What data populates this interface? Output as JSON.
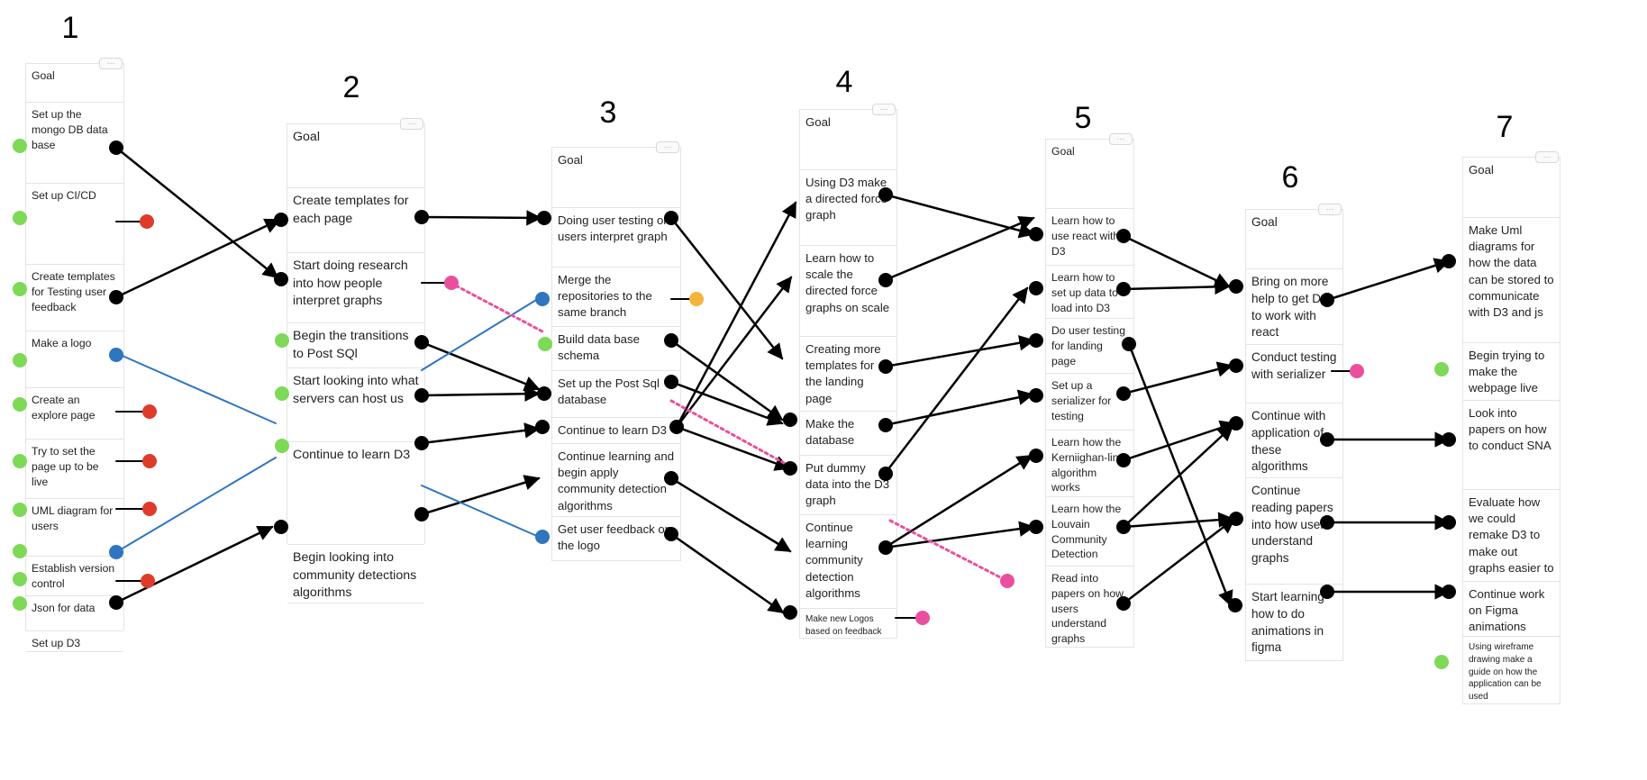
{
  "columns": [
    {
      "number": "1",
      "cells": [
        "Goal",
        "Set up the mongo DB data base",
        "Set up CI/CD",
        "Create templates for Testing user feedback",
        "Make a logo",
        "Create an explore page",
        "Try to set the page up to be live",
        "UML diagram for users",
        "Establish version control",
        "Json for data",
        "Set up D3"
      ]
    },
    {
      "number": "2",
      "cells": [
        "Goal",
        "Create templates for each page",
        "Start doing research into how people interpret graphs",
        "Begin the transitions to Post SQl",
        "Start looking into what servers can host us",
        "Continue to learn D3",
        "Begin looking into community detections algorithms"
      ]
    },
    {
      "number": "3",
      "cells": [
        "Goal",
        "Doing user testing on users interpret graph",
        "Merge the repositories to the same branch",
        "Build data base schema",
        "Set up the Post Sql database",
        "Continue to learn D3",
        "Continue learning and begin apply community detection algorithms",
        "Get user feedback on the logo"
      ]
    },
    {
      "number": "4",
      "cells": [
        "Goal",
        "Using D3 make a directed force graph",
        "Learn how to scale the directed force graphs on scale",
        "Creating more templates for the landing page",
        "Make the database",
        "Put dummy data into the D3 graph",
        "Continue learning community detection algorithms",
        "Make new Logos based on feedback"
      ]
    },
    {
      "number": "5",
      "cells": [
        "Goal",
        "Learn how to use react with D3",
        "Learn how to set up data to load into D3",
        "Do user testing for landing page",
        "Set up a serializer for testing",
        "Learn how the Kerniighan-lin algorithm works",
        "Learn how the Louvain Community Detection",
        "Read into papers on how users understand graphs"
      ]
    },
    {
      "number": "6",
      "cells": [
        "Goal",
        "Bring on more help to get D3 to work with react",
        "Conduct testing with serializer",
        "Continue with application of these algorithms",
        "Continue reading papers into how users understand graphs",
        "Start learning how to do animations in figma"
      ]
    },
    {
      "number": "7",
      "cells": [
        "Goal",
        "Make Uml diagrams for how the data can be stored to communicate with D3 and js",
        "Begin trying to make the webpage live",
        "Look into papers on how to conduct SNA",
        "Evaluate how we could remake D3 to make out graphs easier to process",
        "Continue work on Figma animations",
        "Using wireframe drawing make a guide on how the application can be used"
      ]
    }
  ],
  "status_colors": {
    "done": "#7ed957",
    "dropped": "#de3b2b",
    "carried": "#2f75c0",
    "paused": "#f2b53c",
    "pending": "#ea4f9e",
    "connector": "#000000"
  }
}
